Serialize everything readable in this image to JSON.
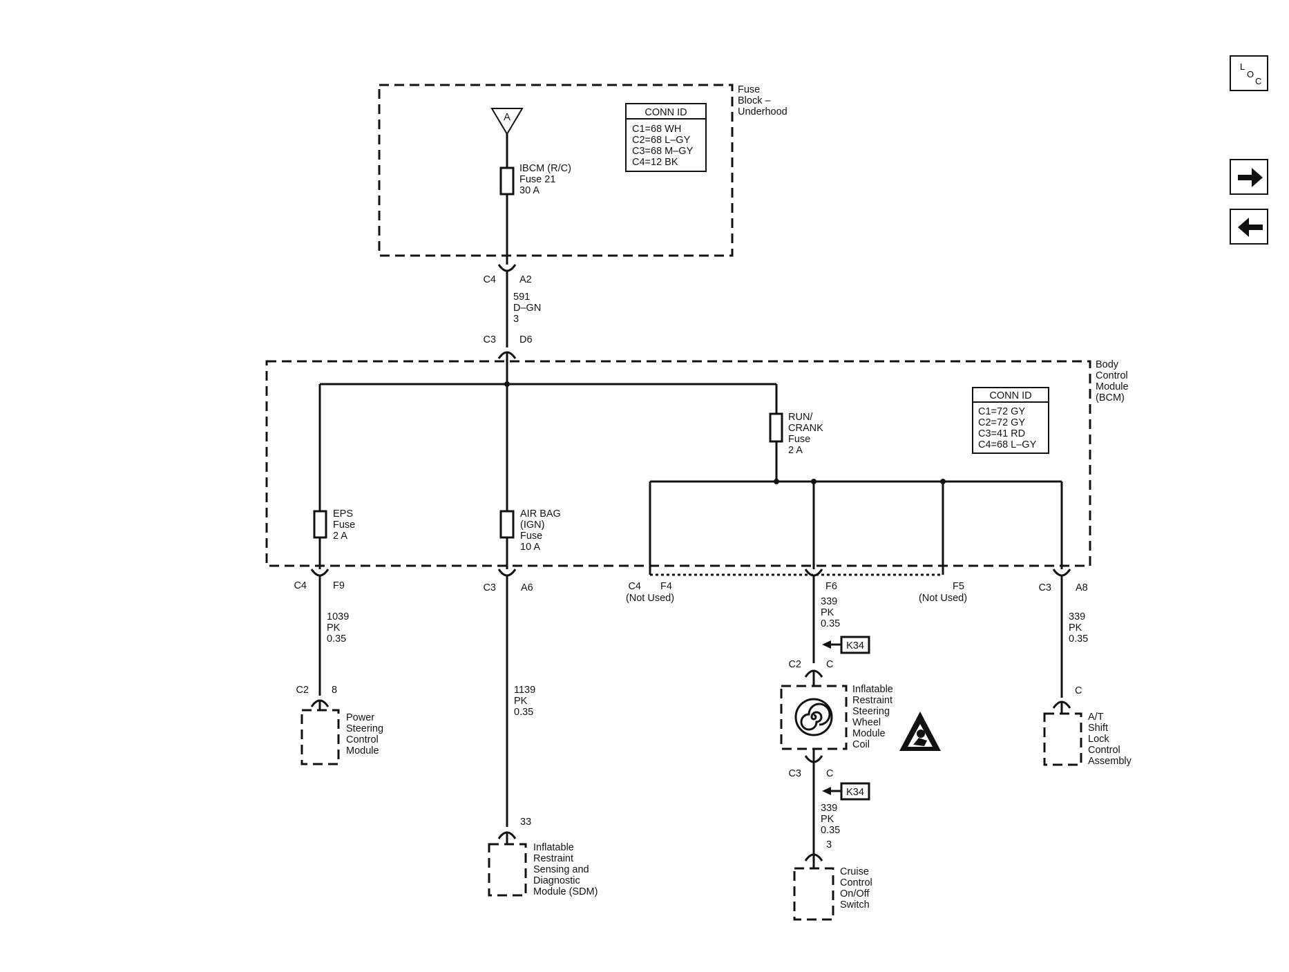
{
  "nav": {
    "loc_l": "L",
    "loc_o": "O",
    "loc_c": "C",
    "next_icon": "arrow-right-icon",
    "prev_icon": "arrow-left-icon"
  },
  "fuse_block": {
    "title_lines": [
      "Fuse",
      "Block –",
      "Underhood"
    ],
    "conn_id": {
      "header": "CONN ID",
      "rows": [
        "C1=68 WH",
        "C2=68 L–GY",
        "C3=68 M–GY",
        "C4=12 BK"
      ]
    },
    "source_label": "A",
    "fuse_lines": [
      "IBCM (R/C)",
      "Fuse 21",
      "30 A"
    ]
  },
  "feed_wire": {
    "top_conn": "C4",
    "top_pin": "A2",
    "wire_lines": [
      "591",
      "D–GN",
      "3"
    ],
    "bottom_conn": "C3",
    "bottom_pin": "D6"
  },
  "bcm": {
    "title_lines": [
      "Body",
      "Control",
      "Module",
      "(BCM)"
    ],
    "conn_id": {
      "header": "CONN ID",
      "rows": [
        "C1=72 GY",
        "C2=72 GY",
        "C3=41 RD",
        "C4=68 L–GY"
      ]
    },
    "run_crank_fuse": [
      "RUN/",
      "CRANK",
      "Fuse",
      "2 A"
    ],
    "eps_fuse": [
      "EPS",
      "Fuse",
      "2 A"
    ],
    "airbag_fuse": [
      "AIR BAG",
      "(IGN)",
      "Fuse",
      "10 A"
    ]
  },
  "circuits": {
    "eps": {
      "conn": "C4",
      "pin": "F9",
      "wire_lines": [
        "1039",
        "PK",
        "0.35"
      ],
      "end_conn": "C2",
      "end_pin": "8",
      "device_lines": [
        "Power",
        "Steering",
        "Control",
        "Module"
      ]
    },
    "airbag": {
      "conn": "C3",
      "pin": "A6",
      "wire_lines": [
        "1139",
        "PK",
        "0.35"
      ],
      "end_pin": "33",
      "device_lines": [
        "Inflatable",
        "Restraint",
        "Sensing and",
        "Diagnostic",
        "Module (SDM)"
      ]
    },
    "f4": {
      "conn": "C4",
      "pin": "F4",
      "note": "(Not Used)"
    },
    "f6": {
      "pin": "F6",
      "wire_lines": [
        "339",
        "PK",
        "0.35"
      ],
      "option": "K34",
      "coil_in_conn": "C2",
      "coil_in_pin": "C",
      "coil_lines": [
        "Inflatable",
        "Restraint",
        "Steering",
        "Wheel",
        "Module",
        "Coil"
      ],
      "coil_out_conn": "C3",
      "coil_out_pin": "C",
      "wire2_lines": [
        "339",
        "PK",
        "0.35"
      ],
      "option2": "K34",
      "end_pin": "3",
      "device_lines": [
        "Cruise",
        "Control",
        "On/Off",
        "Switch"
      ]
    },
    "f5": {
      "pin": "F5",
      "note": "(Not Used)"
    },
    "a8": {
      "conn": "C3",
      "pin": "A8",
      "wire_lines": [
        "339",
        "PK",
        "0.35"
      ],
      "end_pin": "C",
      "device_lines": [
        "A/T",
        "Shift",
        "Lock",
        "Control",
        "Assembly"
      ]
    }
  }
}
